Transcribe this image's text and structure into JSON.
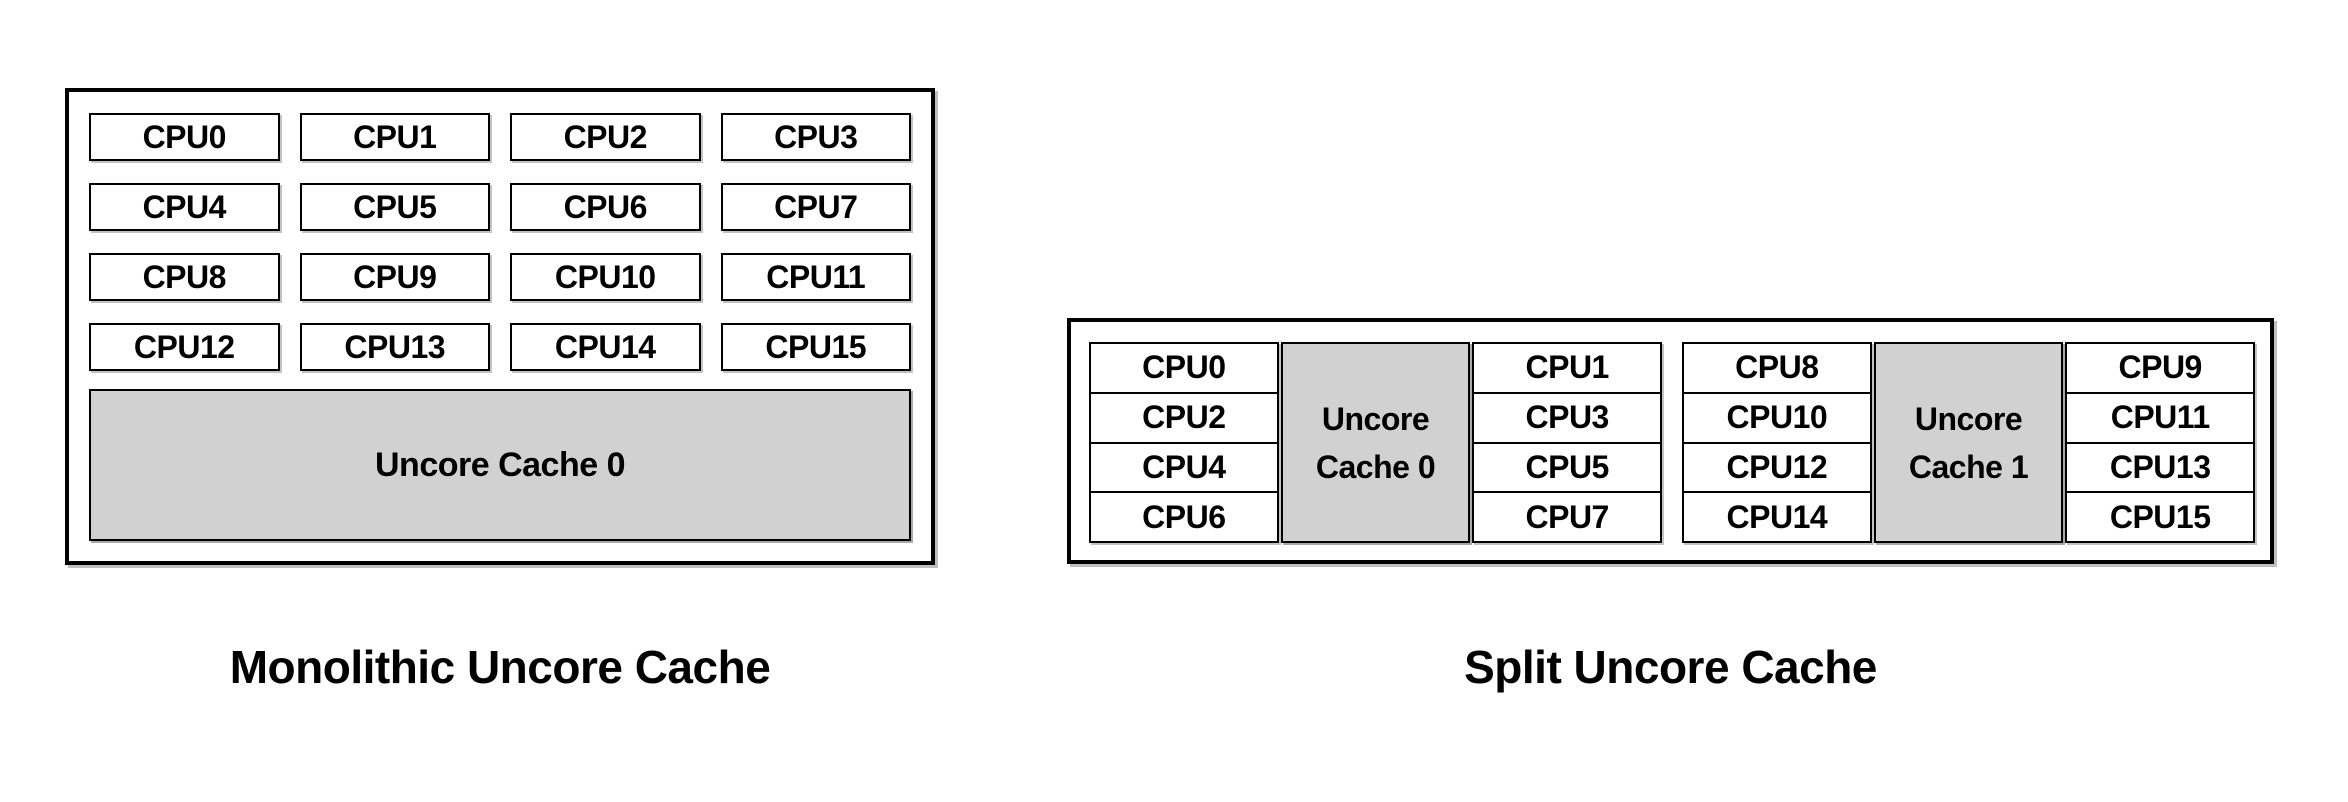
{
  "colors": {
    "canvas_background": "#ffffff",
    "box_border": "#000000",
    "cache_fill": "#d1d1d1",
    "text": "#000000"
  },
  "monolithic": {
    "caption": "Monolithic Uncore Cache",
    "cache_label": "Uncore Cache 0",
    "cpus": [
      "CPU0",
      "CPU1",
      "CPU2",
      "CPU3",
      "CPU4",
      "CPU5",
      "CPU6",
      "CPU7",
      "CPU8",
      "CPU9",
      "CPU10",
      "CPU11",
      "CPU12",
      "CPU13",
      "CPU14",
      "CPU15"
    ]
  },
  "split": {
    "caption": "Split Uncore Cache",
    "clusters": [
      {
        "left_cpus": [
          "CPU0",
          "CPU2",
          "CPU4",
          "CPU6"
        ],
        "cache_label": "Uncore Cache 0",
        "right_cpus": [
          "CPU1",
          "CPU3",
          "CPU5",
          "CPU7"
        ]
      },
      {
        "left_cpus": [
          "CPU8",
          "CPU10",
          "CPU12",
          "CPU14"
        ],
        "cache_label": "Uncore Cache 1",
        "right_cpus": [
          "CPU9",
          "CPU11",
          "CPU13",
          "CPU15"
        ]
      }
    ]
  }
}
